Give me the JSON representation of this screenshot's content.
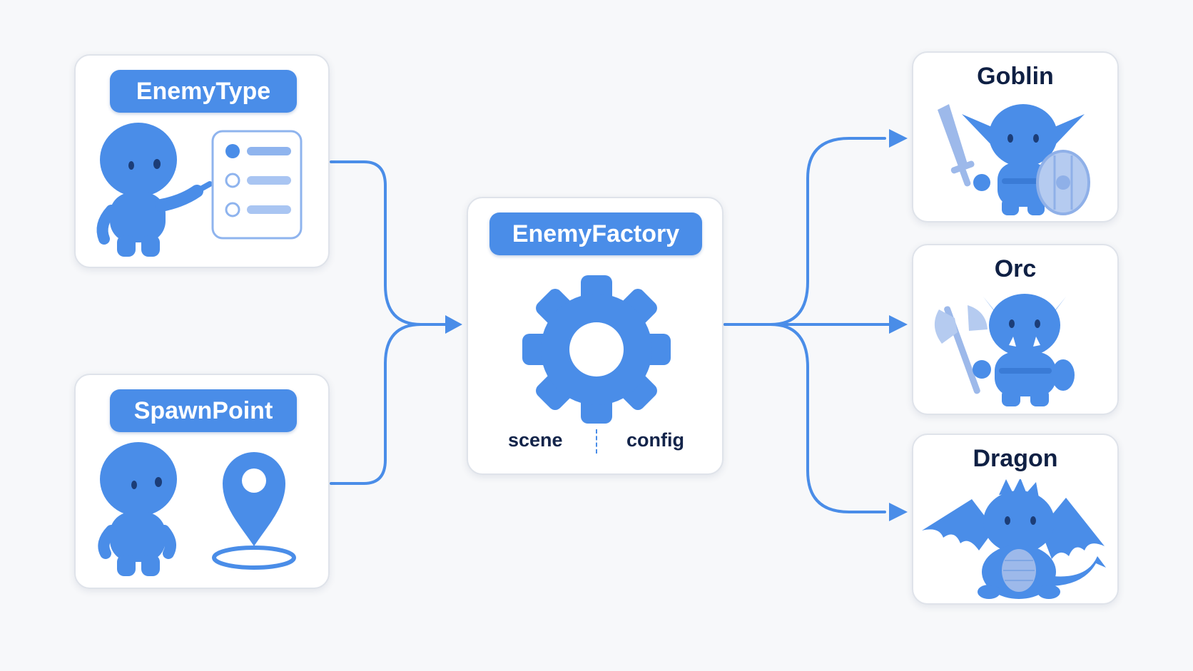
{
  "colors": {
    "accent": "#4a8de8",
    "figure": "#4a8de8",
    "connector": "#4a8de8",
    "title_text": "#0f2044"
  },
  "inputs": [
    {
      "label": "EnemyType",
      "icon": "figure-with-option-list-icon"
    },
    {
      "label": "SpawnPoint",
      "icon": "figure-with-location-pin-icon"
    }
  ],
  "factory": {
    "label": "EnemyFactory",
    "icon": "gear-icon",
    "params": [
      "scene",
      "config"
    ]
  },
  "outputs": [
    {
      "label": "Goblin",
      "icon": "goblin-with-sword-and-shield-icon"
    },
    {
      "label": "Orc",
      "icon": "orc-with-axe-icon"
    },
    {
      "label": "Dragon",
      "icon": "dragon-icon"
    }
  ]
}
